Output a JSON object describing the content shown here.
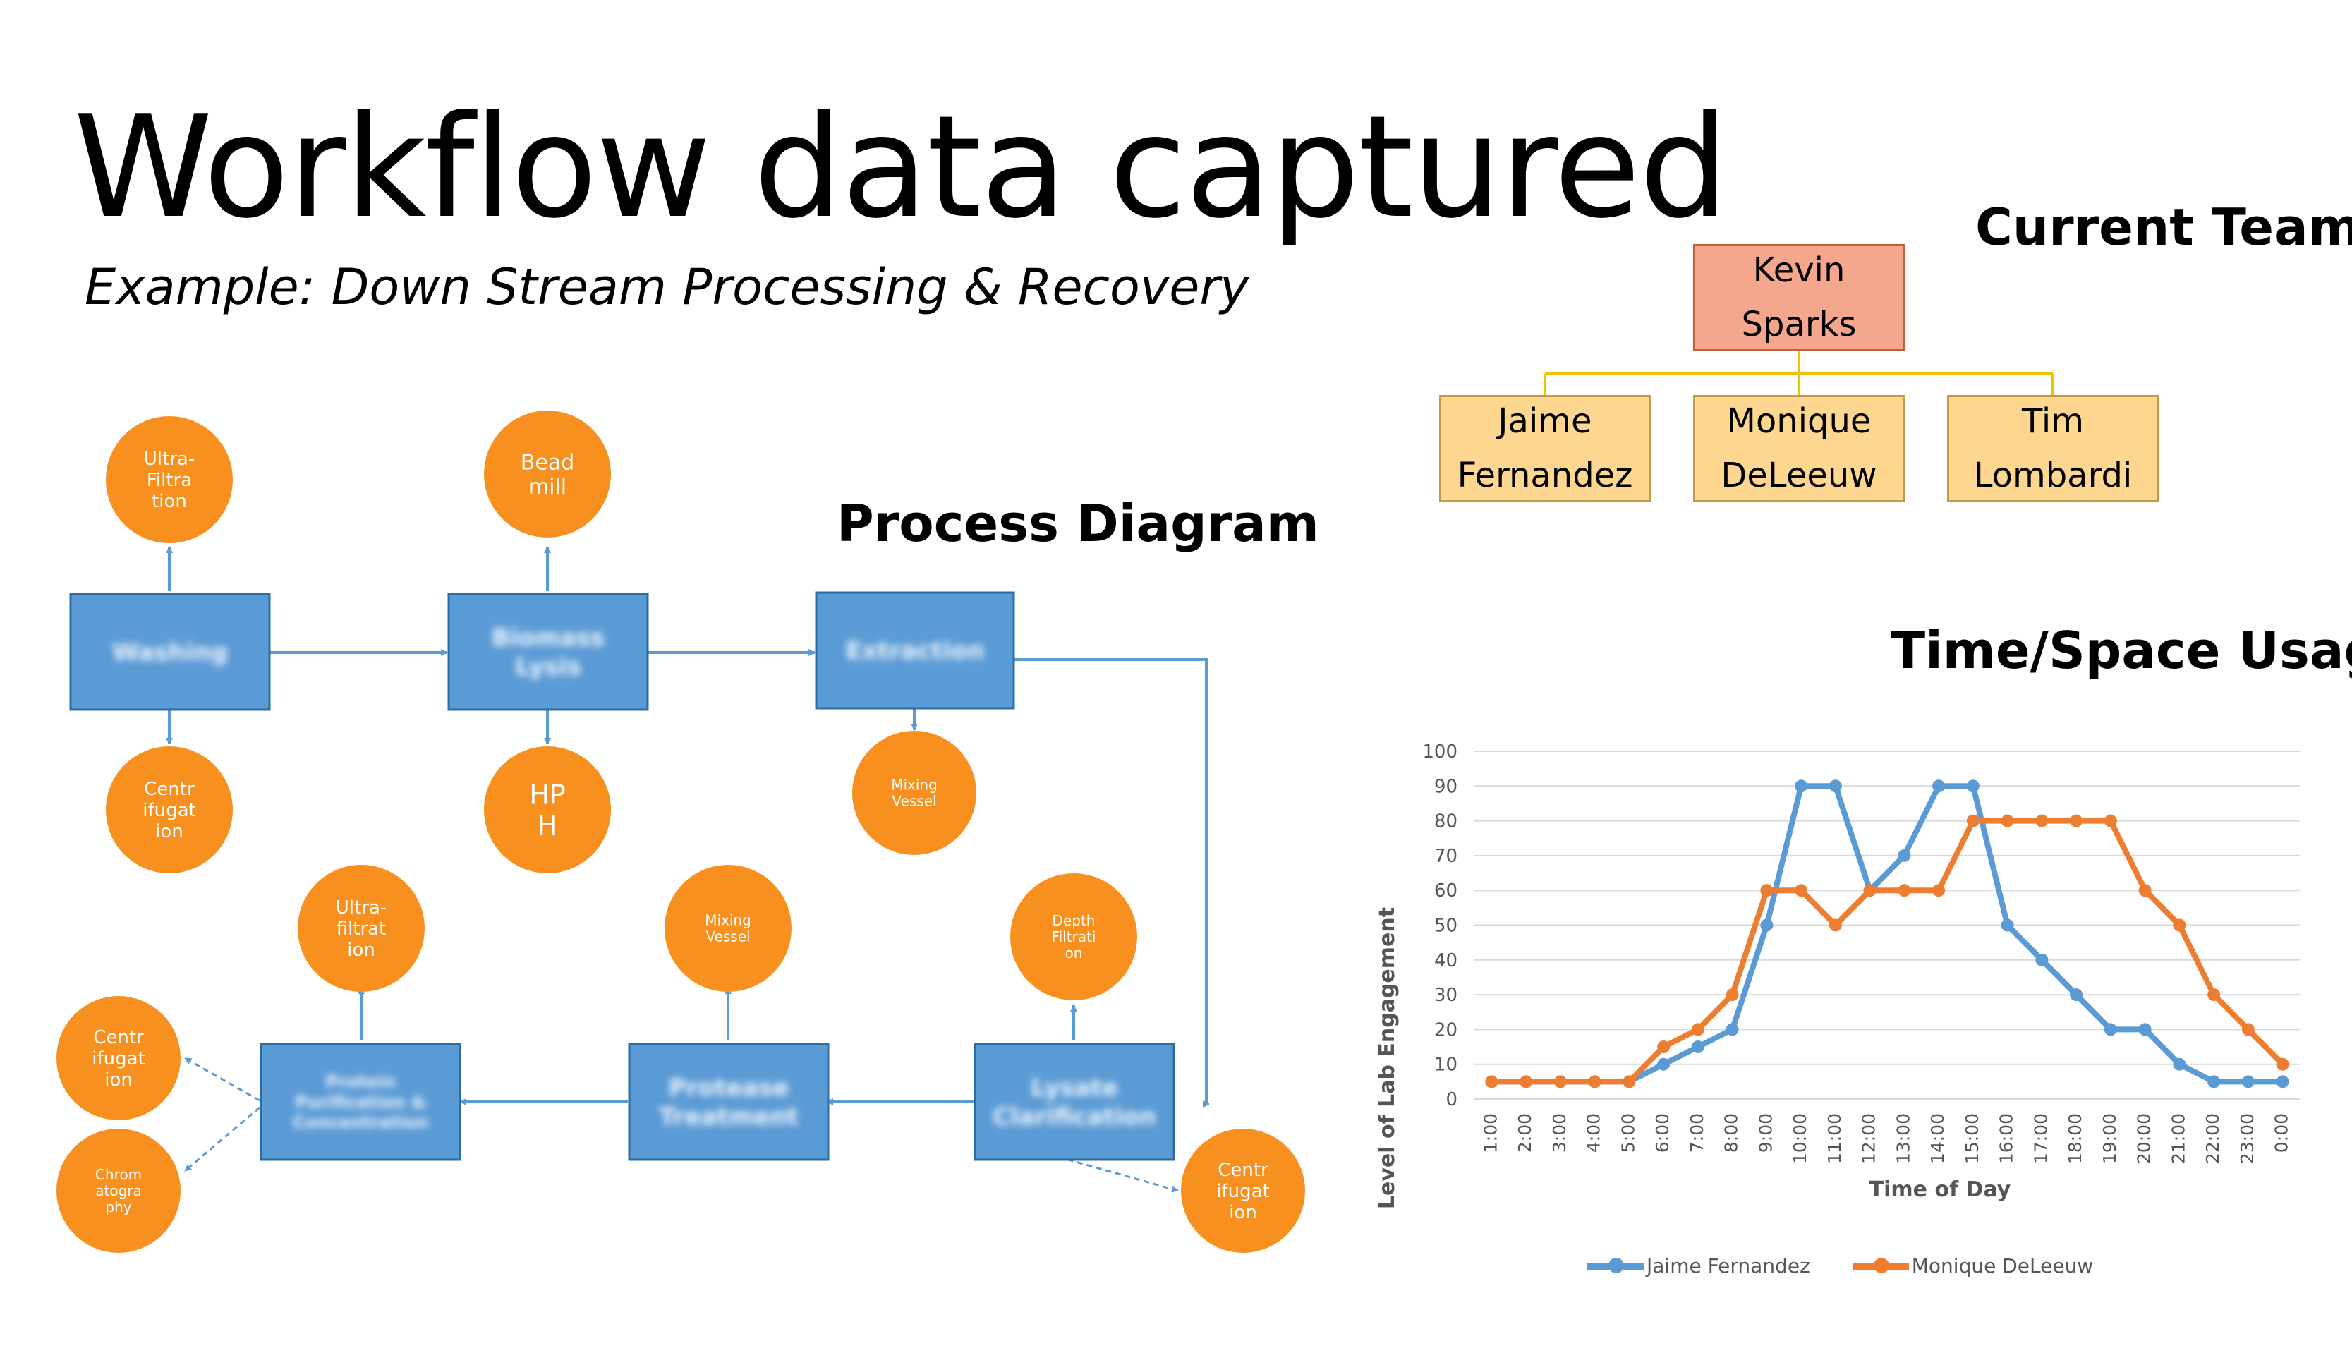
{
  "header": {
    "title": "Workflow data captured",
    "subtitle": "Example: Down Stream Processing & Recovery"
  },
  "process": {
    "heading": "Process Diagram",
    "colors": {
      "box": "#5b9bd5",
      "circle": "#f7901e",
      "arrow": "#5b9bd5"
    },
    "nodes": [
      {
        "id": "c_ultrafiltration_top",
        "kind": "circle",
        "label": "Ultra-\nFiltra\ntion"
      },
      {
        "id": "c_bead_mill",
        "kind": "circle",
        "label": "Bead\nmill"
      },
      {
        "id": "c_centrifugation_1",
        "kind": "circle",
        "label": "Centr\nifugat\nion"
      },
      {
        "id": "c_hph",
        "kind": "circle",
        "label": "HP\nH"
      },
      {
        "id": "c_mixing_vessel_1",
        "kind": "circle",
        "label": "Mixing\nVessel"
      },
      {
        "id": "c_ultrafiltration_2",
        "kind": "circle",
        "label": "Ultra-\nfiltrat\nion"
      },
      {
        "id": "c_mixing_vessel_2",
        "kind": "circle",
        "label": "Mixing\nVessel"
      },
      {
        "id": "c_depth_filtration",
        "kind": "circle",
        "label": "Depth\nFiltrati\non"
      },
      {
        "id": "c_centrifugation_2",
        "kind": "circle",
        "label": "Centr\nifugat\nion"
      },
      {
        "id": "c_chromatography",
        "kind": "circle",
        "label": "Chrom\natogra\nphy"
      },
      {
        "id": "c_centrifugation_3",
        "kind": "circle",
        "label": "Centr\nifugat\nion"
      },
      {
        "id": "b_washing",
        "kind": "box",
        "label": "Washing"
      },
      {
        "id": "b_lysis",
        "kind": "box",
        "label": "Biomass\nLysis"
      },
      {
        "id": "b_extraction",
        "kind": "box",
        "label": "Extraction"
      },
      {
        "id": "b_clarification",
        "kind": "box",
        "label": "Lysate\nClarification"
      },
      {
        "id": "b_treatment",
        "kind": "box",
        "label": "Protease\nTreatment"
      },
      {
        "id": "b_purification",
        "kind": "box",
        "label": "Protein\nPurification &\nConcentration"
      }
    ]
  },
  "team": {
    "heading": "Current Team",
    "lead": "Kevin Sparks",
    "members": [
      {
        "line1": "Jaime",
        "line2": "Fernandez"
      },
      {
        "line1": "Monique",
        "line2": "DeLeeuw"
      },
      {
        "line1": "Tim",
        "line2": "Lombardi"
      }
    ]
  },
  "usage": {
    "heading": "Time/Space Usage"
  },
  "chart_data": {
    "type": "line",
    "title": "",
    "xlabel": "Time of Day",
    "ylabel": "Level of Lab Engagement",
    "ylim": [
      0,
      100
    ],
    "yticks": [
      0,
      10,
      20,
      30,
      40,
      50,
      60,
      70,
      80,
      90,
      100
    ],
    "grid": true,
    "legend": "bottom",
    "categories": [
      "1:00",
      "2:00",
      "3:00",
      "4:00",
      "5:00",
      "6:00",
      "7:00",
      "8:00",
      "9:00",
      "10:00",
      "11:00",
      "12:00",
      "13:00",
      "14:00",
      "15:00",
      "16:00",
      "17:00",
      "18:00",
      "19:00",
      "20:00",
      "21:00",
      "22:00",
      "23:00",
      "0:00"
    ],
    "series": [
      {
        "name": "Jaime Fernandez",
        "color": "#5b9bd5",
        "values": [
          5,
          5,
          5,
          5,
          5,
          10,
          15,
          20,
          50,
          90,
          90,
          60,
          70,
          90,
          90,
          50,
          40,
          30,
          20,
          20,
          10,
          5,
          5,
          5
        ]
      },
      {
        "name": "Monique DeLeeuw",
        "color": "#ed7d31",
        "values": [
          5,
          5,
          5,
          5,
          5,
          15,
          20,
          30,
          60,
          60,
          50,
          60,
          60,
          60,
          80,
          80,
          80,
          80,
          80,
          60,
          50,
          30,
          20,
          10
        ]
      }
    ]
  }
}
